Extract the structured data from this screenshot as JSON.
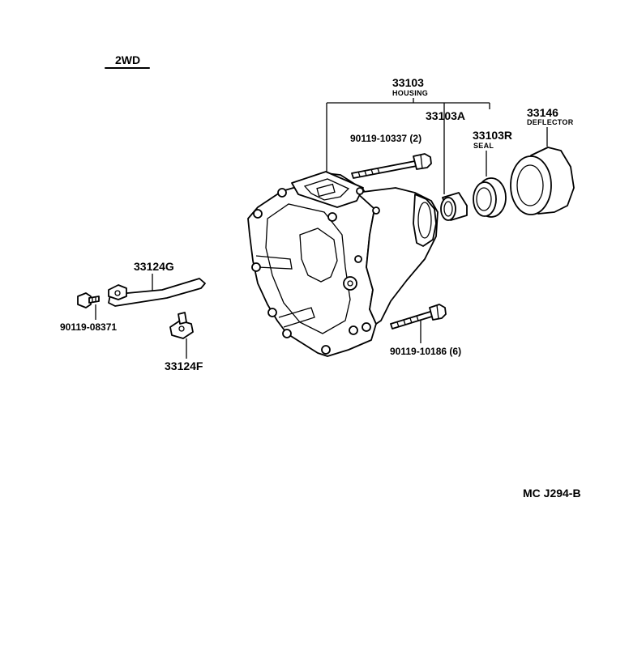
{
  "variant_label": "2WD",
  "parts": {
    "housing": {
      "number": "33103",
      "name": "HOUSING"
    },
    "bushing": {
      "number": "33103A"
    },
    "seal": {
      "number": "33103R",
      "name": "SEAL"
    },
    "deflector": {
      "number": "33146",
      "name": "DEFLECTOR"
    },
    "bolt_top": {
      "number": "90119-10337 (2)"
    },
    "bolt_bottom": {
      "number": "90119-10186 (6)"
    },
    "lever": {
      "number": "33124G"
    },
    "pivot": {
      "number": "33124F"
    },
    "lever_bolt": {
      "number": "90119-08371"
    }
  },
  "figure_code": "MC J294-B"
}
